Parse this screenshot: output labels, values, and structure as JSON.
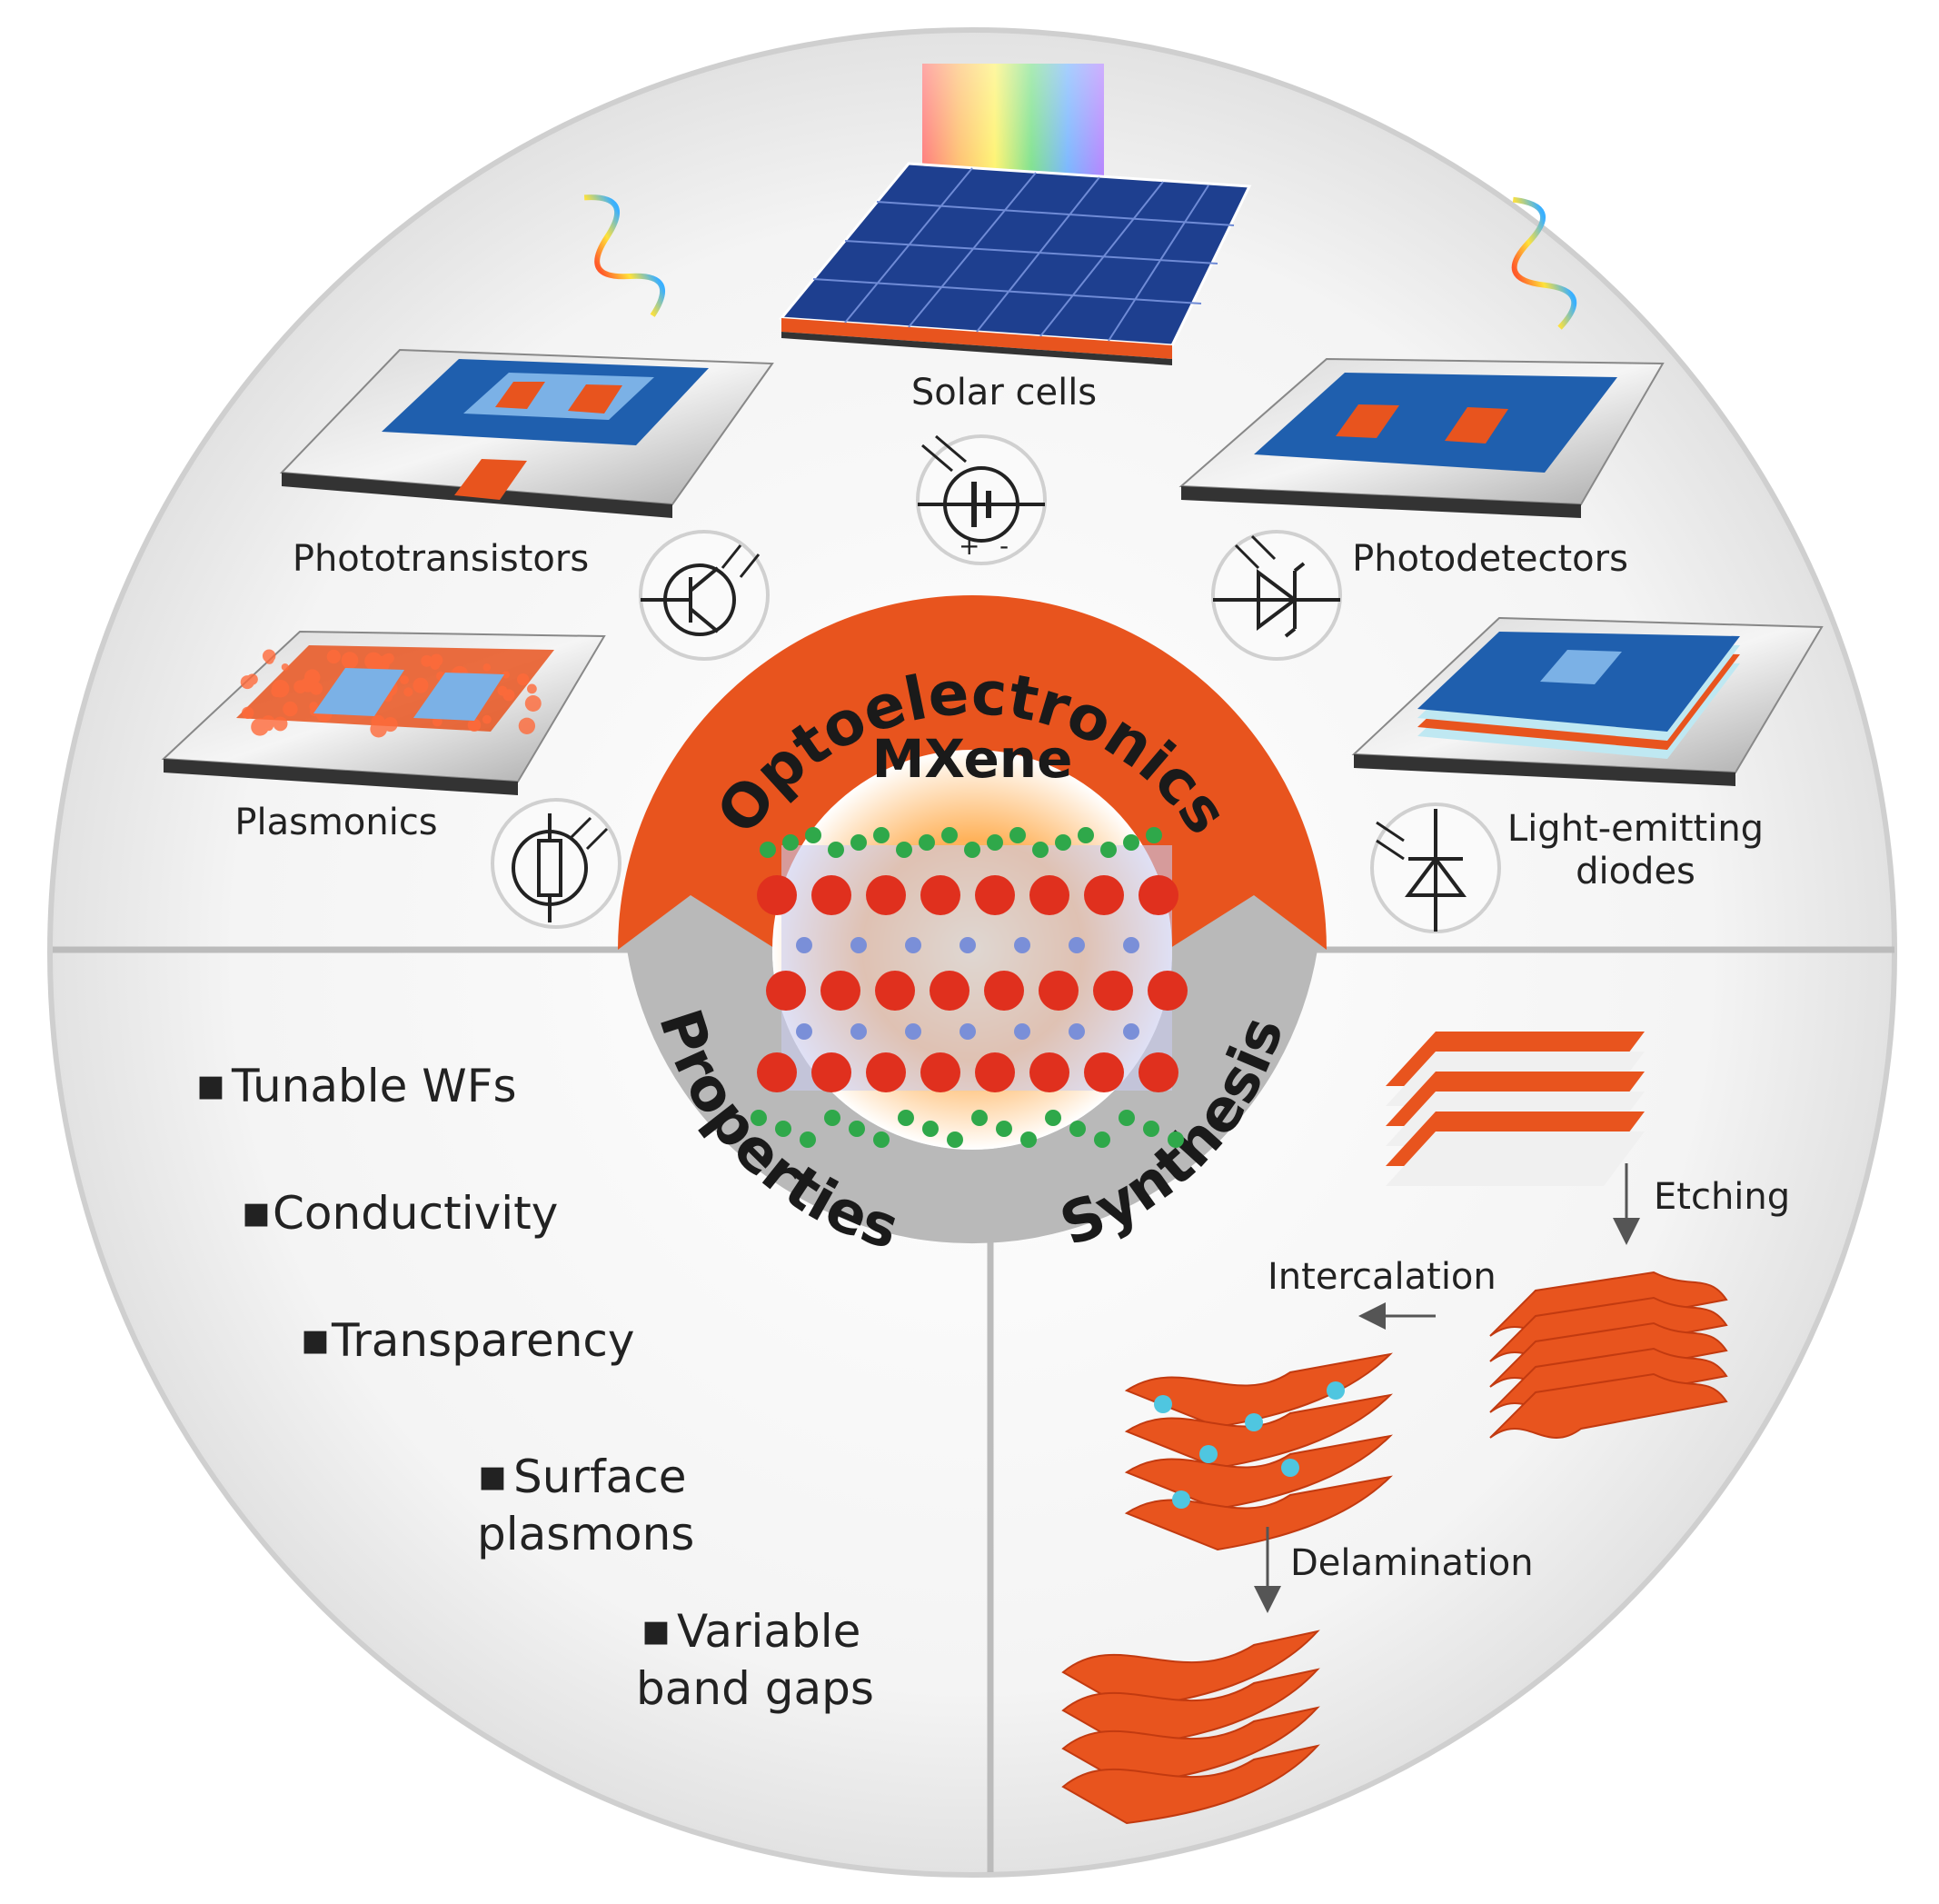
{
  "center": {
    "title": "MXene"
  },
  "sections": {
    "optoelectronics": "Optoelectronics",
    "properties": "Properties",
    "synthesis": "Synthesis"
  },
  "devices": {
    "solar_cells": "Solar cells",
    "phototransistors": "Phototransistors",
    "photodetectors": "Photodetectors",
    "plasmonics": "Plasmonics",
    "led_line1": "Light-emitting",
    "led_line2": "diodes"
  },
  "properties": {
    "items": [
      {
        "line1": "Tunable WFs"
      },
      {
        "line1": "Conductivity"
      },
      {
        "line1": "Transparency"
      },
      {
        "line1": "Surface",
        "line2": "plasmons"
      },
      {
        "line1": "Variable",
        "line2": "band gaps"
      }
    ]
  },
  "synthesis": {
    "etching": "Etching",
    "intercalation": "Intercalation",
    "delamination": "Delamination"
  },
  "colors": {
    "accent_orange": "#e8541e",
    "ring_gray": "#bdbdbd",
    "panel_blue": "#1d63a8",
    "atom_red": "#e0301e",
    "atom_green": "#2fa84a"
  }
}
